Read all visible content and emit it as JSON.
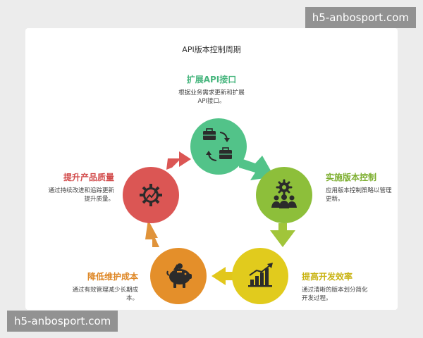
{
  "title": "API版本控制周期",
  "watermark_top": "h5-anbosport.com",
  "watermark_bottom": "h5-anbosport.com",
  "colors": {
    "green": "#52c389",
    "lime": "#8dbf3a",
    "yellow": "#e1cb1d",
    "orange": "#e48f2a",
    "red": "#db5654"
  },
  "stages": [
    {
      "key": "top",
      "title": "扩展API接口",
      "desc": [
        "根据业务需求更新和扩展",
        "API接口。"
      ],
      "icon": "briefcase-exchange-icon",
      "color": "#52c389"
    },
    {
      "key": "right",
      "title": "实施版本控制",
      "desc": [
        "应用版本控制策略以管理",
        "更新。"
      ],
      "icon": "gear-team-icon",
      "color": "#8dbf3a"
    },
    {
      "key": "bright",
      "title": "提高开发效率",
      "desc": [
        "通过清晰的版本划分简化",
        "开发过程。"
      ],
      "icon": "bar-chart-growth-icon",
      "color": "#dcc51e"
    },
    {
      "key": "bleft",
      "title": "降低维护成本",
      "desc": [
        "通过有效管理减少长期成",
        "本。"
      ],
      "icon": "piggy-bank-icon",
      "color": "#e48f2a"
    },
    {
      "key": "left",
      "title": "提升产品质量",
      "desc": [
        "通过持续改进和追踪更新",
        "提升质量。"
      ],
      "icon": "gear-trend-icon",
      "color": "#db5654"
    }
  ]
}
